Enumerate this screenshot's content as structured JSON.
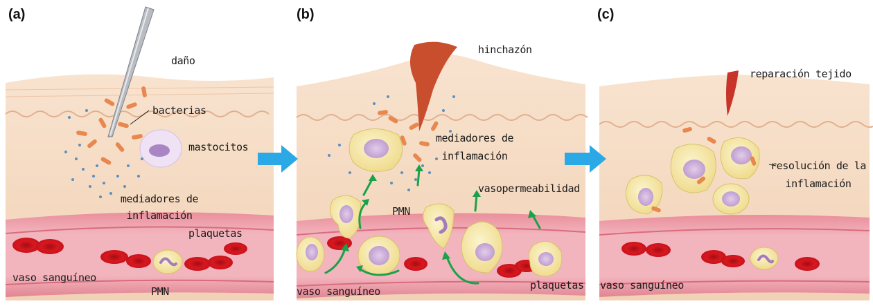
{
  "panels": [
    {
      "id": "(a)",
      "labels": {
        "injury": "daño",
        "bacteria": "bacterias",
        "mast_cells": "mastocitos",
        "mediators_1": "mediadores de",
        "mediators_2": "inflamación",
        "platelets": "plaquetas",
        "vessel": "vaso sanguíneo",
        "pmn": "PMN"
      }
    },
    {
      "id": "(b)",
      "labels": {
        "swelling": "hinchazón",
        "mediators_1": "mediadores de",
        "mediators_2": "inflamación",
        "vasopermeability": "vasopermeabilidad",
        "pmn": "PMN",
        "vessel": "vaso sanguíneo",
        "platelets": "plaquetas"
      }
    },
    {
      "id": "(c)",
      "labels": {
        "tissue_repair": "reparación tejido",
        "resolution_1": "resolución de la",
        "resolution_2": "inflamación",
        "vessel": "vaso sanguíneo"
      }
    }
  ],
  "colors": {
    "skin": "#f6dcc4",
    "skin_line": "#e3b493",
    "vessel_wall": "#e98c9a",
    "vessel_lumen": "#f3b8c0",
    "rbc": "#d4141f",
    "bacteria": "#e98a55",
    "cell": "#f4e7a6",
    "cell_outline": "#d9c470",
    "nucleus": "#c6a3d6",
    "arrow_blue": "#2aa8e6",
    "arrow_green": "#19a34b",
    "wound": "#c9522f"
  }
}
